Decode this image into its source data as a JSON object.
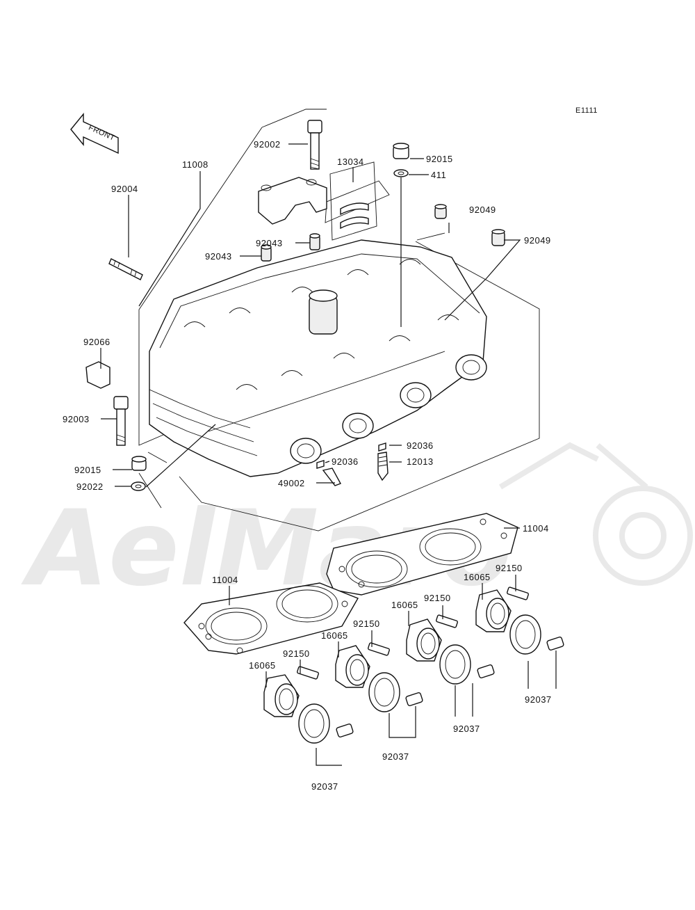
{
  "diagram": {
    "code": "E1111",
    "front_label": "FRONT",
    "watermark": "AelMaro",
    "labels": [
      {
        "id": "l-92002",
        "text": "92002"
      },
      {
        "id": "l-13034",
        "text": "13034"
      },
      {
        "id": "l-92015a",
        "text": "92015"
      },
      {
        "id": "l-411",
        "text": "411"
      },
      {
        "id": "l-11008",
        "text": "11008"
      },
      {
        "id": "l-92049a",
        "text": "92049"
      },
      {
        "id": "l-92049b",
        "text": "92049"
      },
      {
        "id": "l-92004",
        "text": "92004"
      },
      {
        "id": "l-92043a",
        "text": "92043"
      },
      {
        "id": "l-92043b",
        "text": "92043"
      },
      {
        "id": "l-92066",
        "text": "92066"
      },
      {
        "id": "l-92003",
        "text": "92003"
      },
      {
        "id": "l-92036a",
        "text": "92036"
      },
      {
        "id": "l-12013",
        "text": "12013"
      },
      {
        "id": "l-92036b",
        "text": "92036"
      },
      {
        "id": "l-92015b",
        "text": "92015"
      },
      {
        "id": "l-49002",
        "text": "49002"
      },
      {
        "id": "l-92022",
        "text": "92022"
      },
      {
        "id": "l-11004a",
        "text": "11004"
      },
      {
        "id": "l-11004b",
        "text": "11004"
      },
      {
        "id": "l-92150a",
        "text": "92150"
      },
      {
        "id": "l-16065a",
        "text": "16065"
      },
      {
        "id": "l-92150b",
        "text": "92150"
      },
      {
        "id": "l-16065b",
        "text": "16065"
      },
      {
        "id": "l-92150c",
        "text": "92150"
      },
      {
        "id": "l-16065c",
        "text": "16065"
      },
      {
        "id": "l-92150d",
        "text": "92150"
      },
      {
        "id": "l-16065d",
        "text": "16065"
      },
      {
        "id": "l-92037a",
        "text": "92037"
      },
      {
        "id": "l-92037b",
        "text": "92037"
      },
      {
        "id": "l-92037c",
        "text": "92037"
      },
      {
        "id": "l-92037d",
        "text": "92037"
      }
    ]
  }
}
